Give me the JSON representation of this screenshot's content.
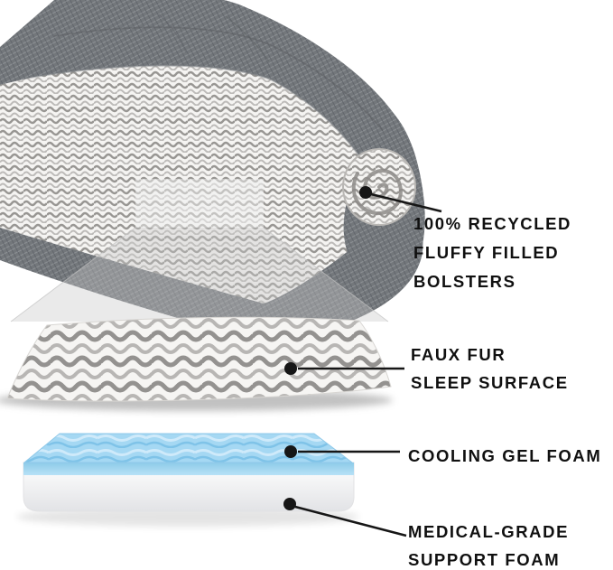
{
  "figure": {
    "kind": "pet-bed-product-features-diagram"
  },
  "callouts": [
    {
      "id": "bolsters",
      "label": "100% RECYCLED\nFLUFFY FILLED\nBOLSTERS"
    },
    {
      "id": "sleep-surface",
      "label": "FAUX FUR\nSLEEP SURFACE"
    },
    {
      "id": "cooling-gel",
      "label": "COOLING GEL FOAM"
    },
    {
      "id": "support-foam",
      "label": "MEDICAL-GRADE\nSUPPORT FOAM"
    }
  ],
  "colors": {
    "background": "#ffffff",
    "text": "#101010",
    "leader_line": "#161616",
    "bolster_fabric": "#73777b",
    "fur_base": "#f5f4f2",
    "fur_stripe": "#8e8c89",
    "cooling_gel": "#a5d8f3",
    "support_foam": "#fbfbfc"
  }
}
